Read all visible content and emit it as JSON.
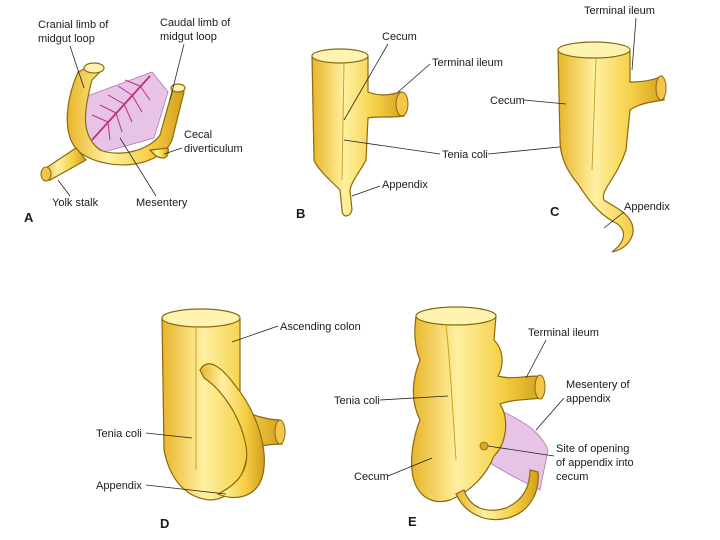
{
  "panels": {
    "A": {
      "letter": "A",
      "labels": {
        "cranial_limb": [
          "Cranial limb of",
          "midgut loop"
        ],
        "caudal_limb": [
          "Caudal limb of",
          "midgut loop"
        ],
        "cecal_diverticulum": [
          "Cecal",
          "diverticulum"
        ],
        "yolk_stalk": "Yolk stalk",
        "mesentery": "Mesentery"
      }
    },
    "B": {
      "letter": "B",
      "labels": {
        "cecum": "Cecum",
        "terminal_ileum": "Terminal ileum",
        "tenia_coli": "Tenia coli",
        "appendix": "Appendix"
      }
    },
    "C": {
      "letter": "C",
      "labels": {
        "terminal_ileum": "Terminal ileum",
        "cecum": "Cecum",
        "appendix": "Appendix"
      }
    },
    "D": {
      "letter": "D",
      "labels": {
        "ascending_colon": "Ascending colon",
        "tenia_coli": "Tenia coli",
        "appendix": "Appendix"
      }
    },
    "E": {
      "letter": "E",
      "labels": {
        "terminal_ileum": "Terminal ileum",
        "mesentery_of_appendix": [
          "Mesentery of",
          "appendix"
        ],
        "tenia_coli": "Tenia coli",
        "site_of_opening": [
          "Site of opening",
          "of appendix into",
          "cecum"
        ],
        "cecum": "Cecum"
      }
    }
  },
  "colors": {
    "gut_light": "#fff3a8",
    "gut_mid": "#f7d24a",
    "gut_dark": "#d9a820",
    "mesentery": "#e7c3e6",
    "vessel": "#c0307a"
  }
}
